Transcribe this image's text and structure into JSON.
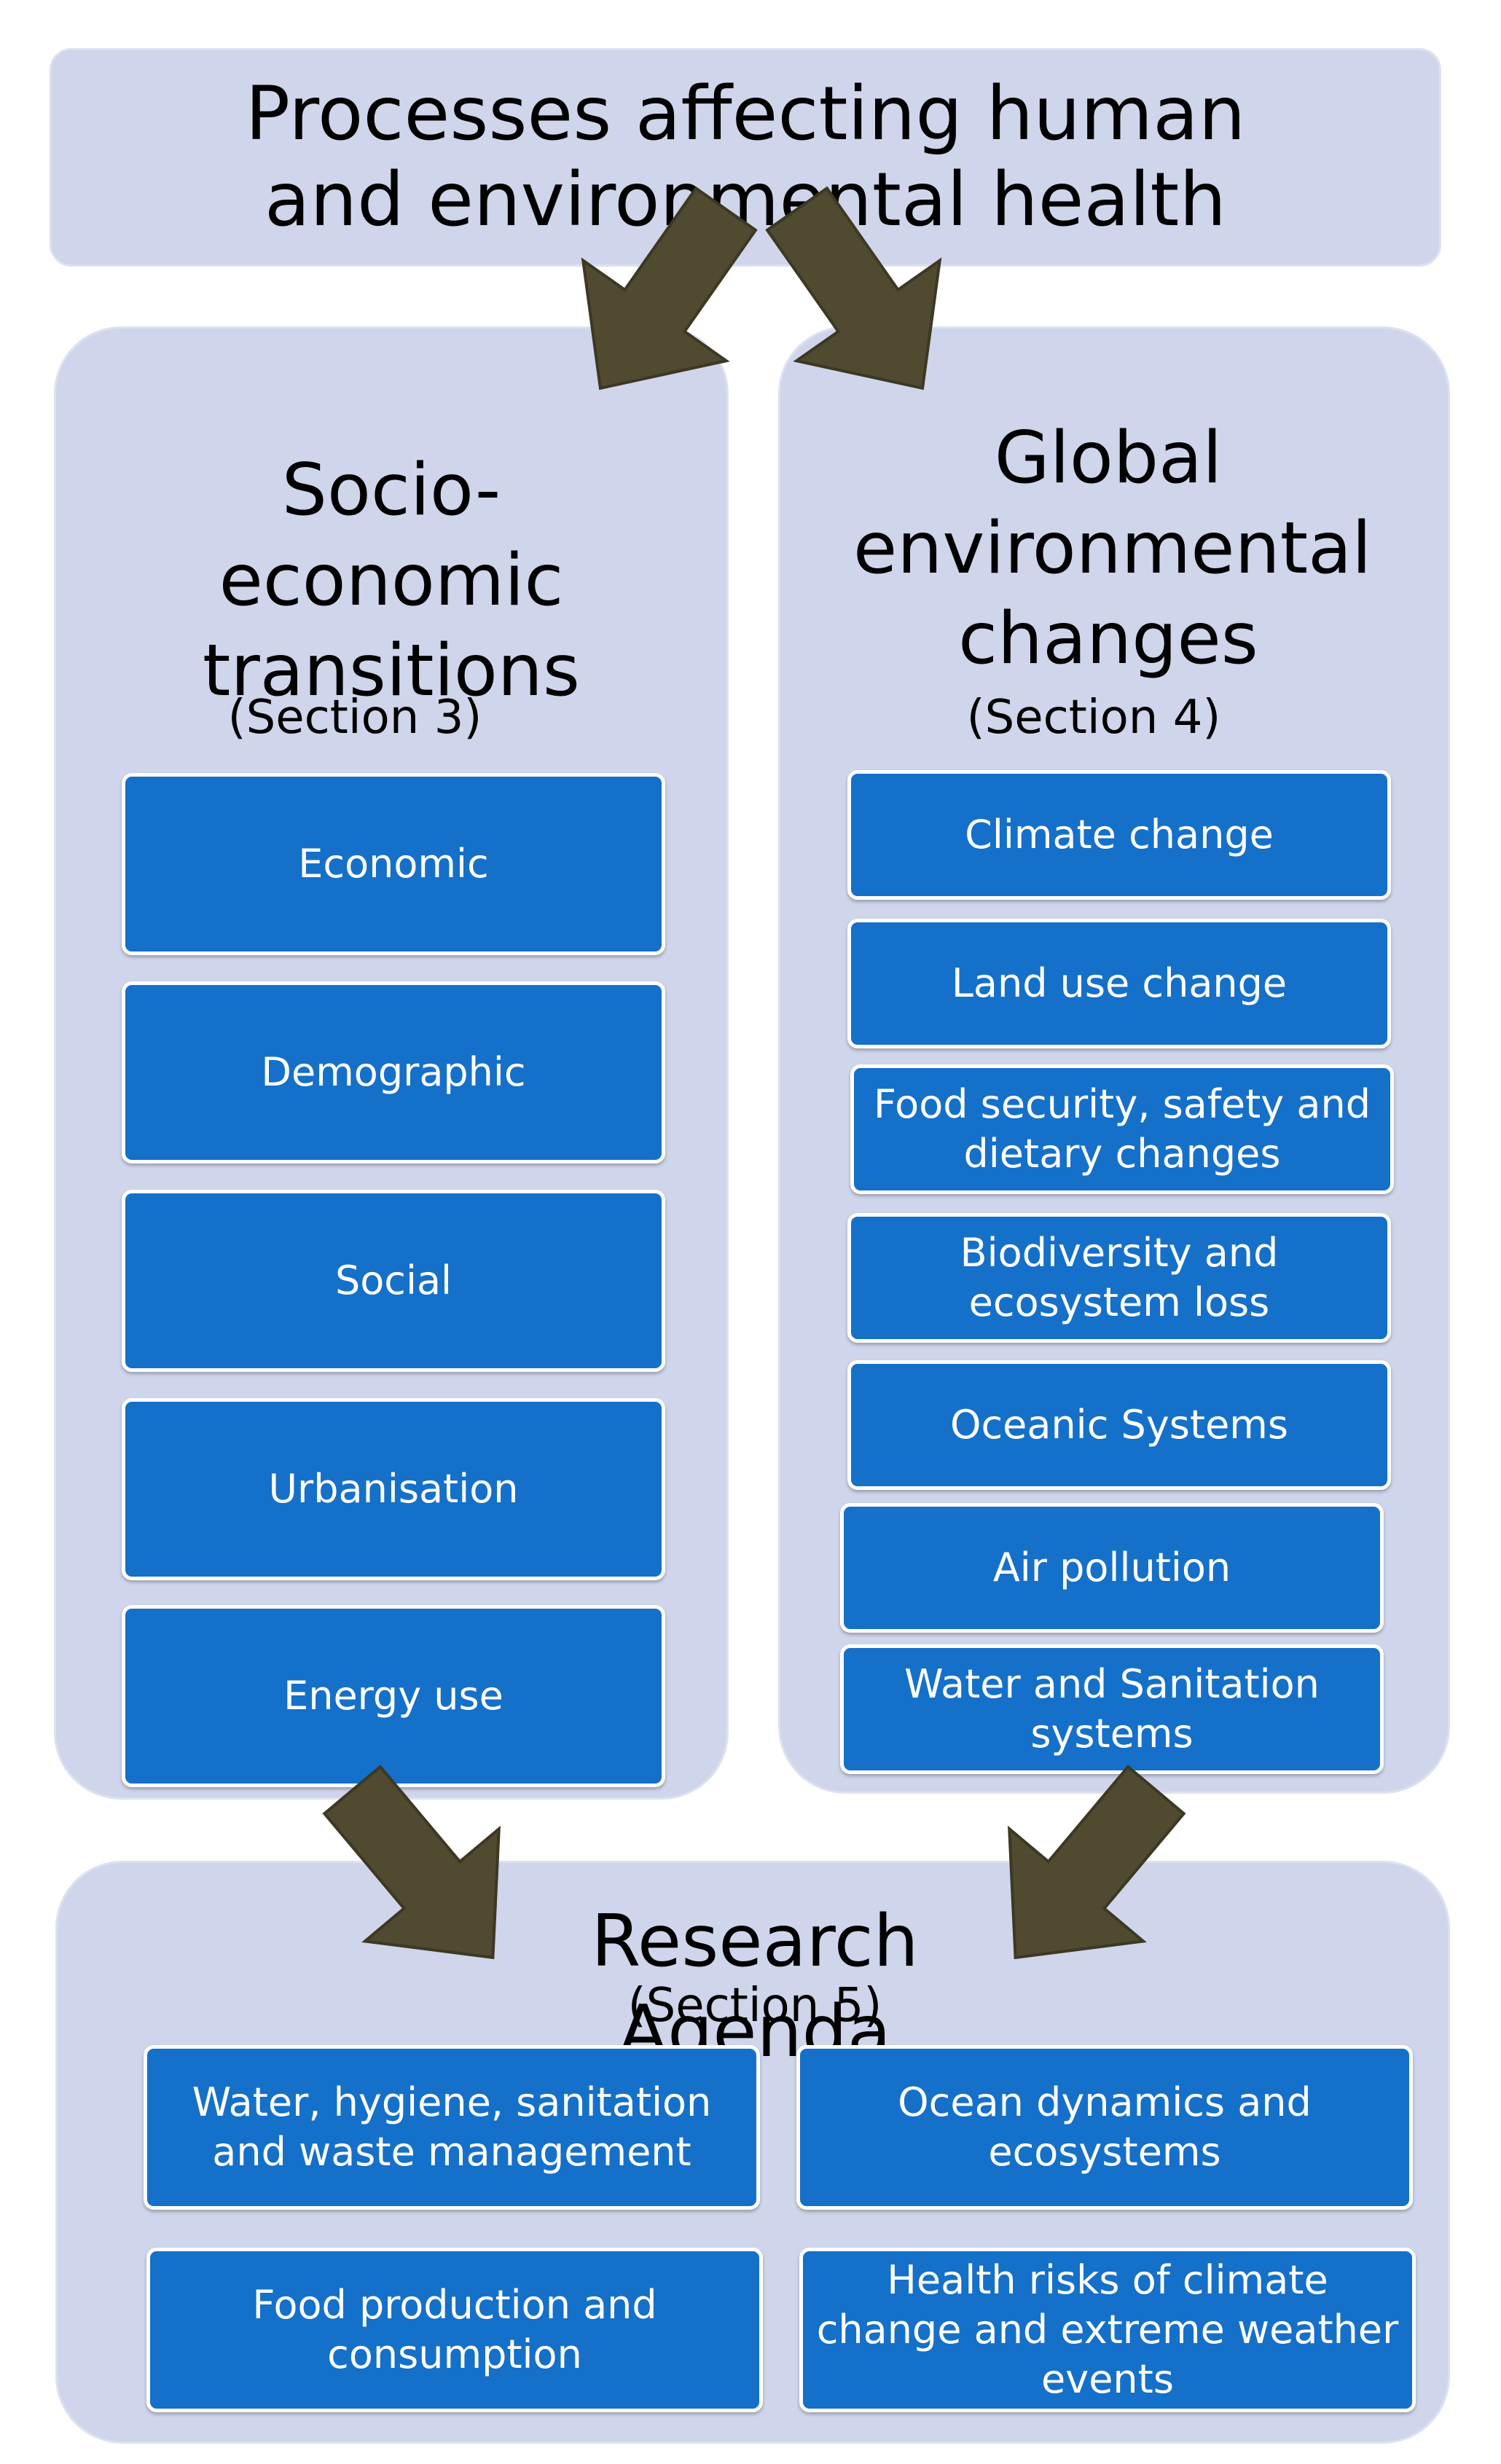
{
  "top": {
    "title": "Processes affecting human and environmental health"
  },
  "left": {
    "heading": "Socio-economic transitions",
    "section": "(Section 3)",
    "items": [
      "Economic",
      "Demographic",
      "Social",
      "Urbanisation",
      "Energy use"
    ]
  },
  "right": {
    "heading": "Global environmental changes",
    "section": "(Section 4)",
    "items": [
      "Climate change",
      "Land use change",
      "Food security, safety and dietary changes",
      "Biodiversity and ecosystem loss",
      "Oceanic Systems",
      "Air pollution",
      "Water and Sanitation systems"
    ]
  },
  "bottom": {
    "heading": "Research Agenda",
    "section": "(Section 5)",
    "items": [
      "Water, hygiene, sanitation and waste management",
      "Ocean dynamics and ecosystems",
      "Food production and consumption",
      "Health risks of climate change and extreme weather events"
    ]
  },
  "colors": {
    "panel": "#cfd5ea",
    "box": "#1570c9",
    "arrow": "#4f4a30"
  }
}
